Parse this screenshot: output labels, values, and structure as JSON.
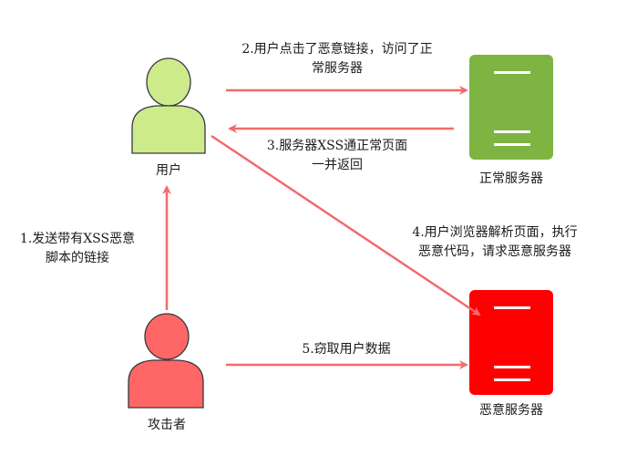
{
  "nodes": {
    "user": {
      "label": "用户",
      "color": "#cdeb8b",
      "stroke": "#36393d"
    },
    "attacker": {
      "label": "攻击者",
      "color": "#ff6666",
      "stroke": "#36393d"
    },
    "normal_server": {
      "label": "正常服务器",
      "color": "#7db442"
    },
    "malicious_server": {
      "label": "恶意服务器",
      "color": "#ff0000"
    }
  },
  "edges": {
    "step1": {
      "line1": "1.发送带有XSS恶意",
      "line2": "脚本的链接"
    },
    "step2": {
      "line1": "2.用户点击了恶意链接，访问了正",
      "line2": "常服务器"
    },
    "step3": {
      "line1": "3.服务器XSS通正常页面",
      "line2": "一并返回"
    },
    "step4": {
      "line1": "4.用户浏览器解析页面，执行",
      "line2": "恶意代码，请求恶意服务器"
    },
    "step5": {
      "line1": "5.窃取用户数据"
    }
  },
  "colors": {
    "arrow": "#f26b6b",
    "server_stripe": "#ffffff"
  }
}
